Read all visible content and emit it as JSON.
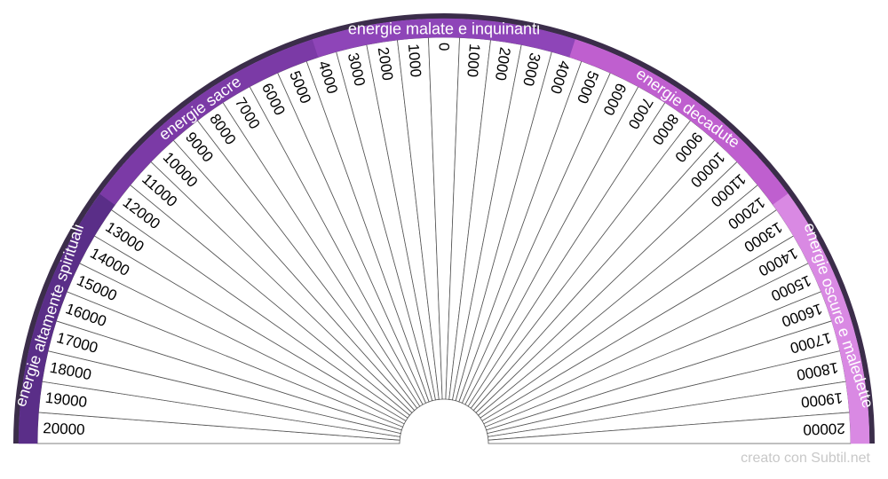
{
  "chart": {
    "ring_border_color": "#3b2d4a",
    "segments": [
      {
        "label": "energie altamente spirituali",
        "color": "#5a2e88"
      },
      {
        "label": "energie sacre",
        "color": "#7b3aa6"
      },
      {
        "label": "energie malate e inquinanti",
        "color": "#8e45b8"
      },
      {
        "label": "energie decadute",
        "color": "#bf5fcf"
      },
      {
        "label": "energie oscure e maledette",
        "color": "#d989e3"
      }
    ],
    "left_scale": [
      "20000",
      "19000",
      "18000",
      "17000",
      "16000",
      "15000",
      "14000",
      "13000",
      "12000",
      "11000",
      "10000",
      "9000",
      "8000",
      "7000",
      "6000",
      "5000",
      "4000",
      "3000",
      "2000",
      "1000"
    ],
    "center_value": "0",
    "right_scale": [
      "1000",
      "2000",
      "3000",
      "4000",
      "5000",
      "6000",
      "7000",
      "8000",
      "9000",
      "10000",
      "11000",
      "12000",
      "13000",
      "14000",
      "15000",
      "16000",
      "17000",
      "18000",
      "19000",
      "20000"
    ]
  },
  "footer": {
    "credit": "creato con Subtil.net"
  }
}
